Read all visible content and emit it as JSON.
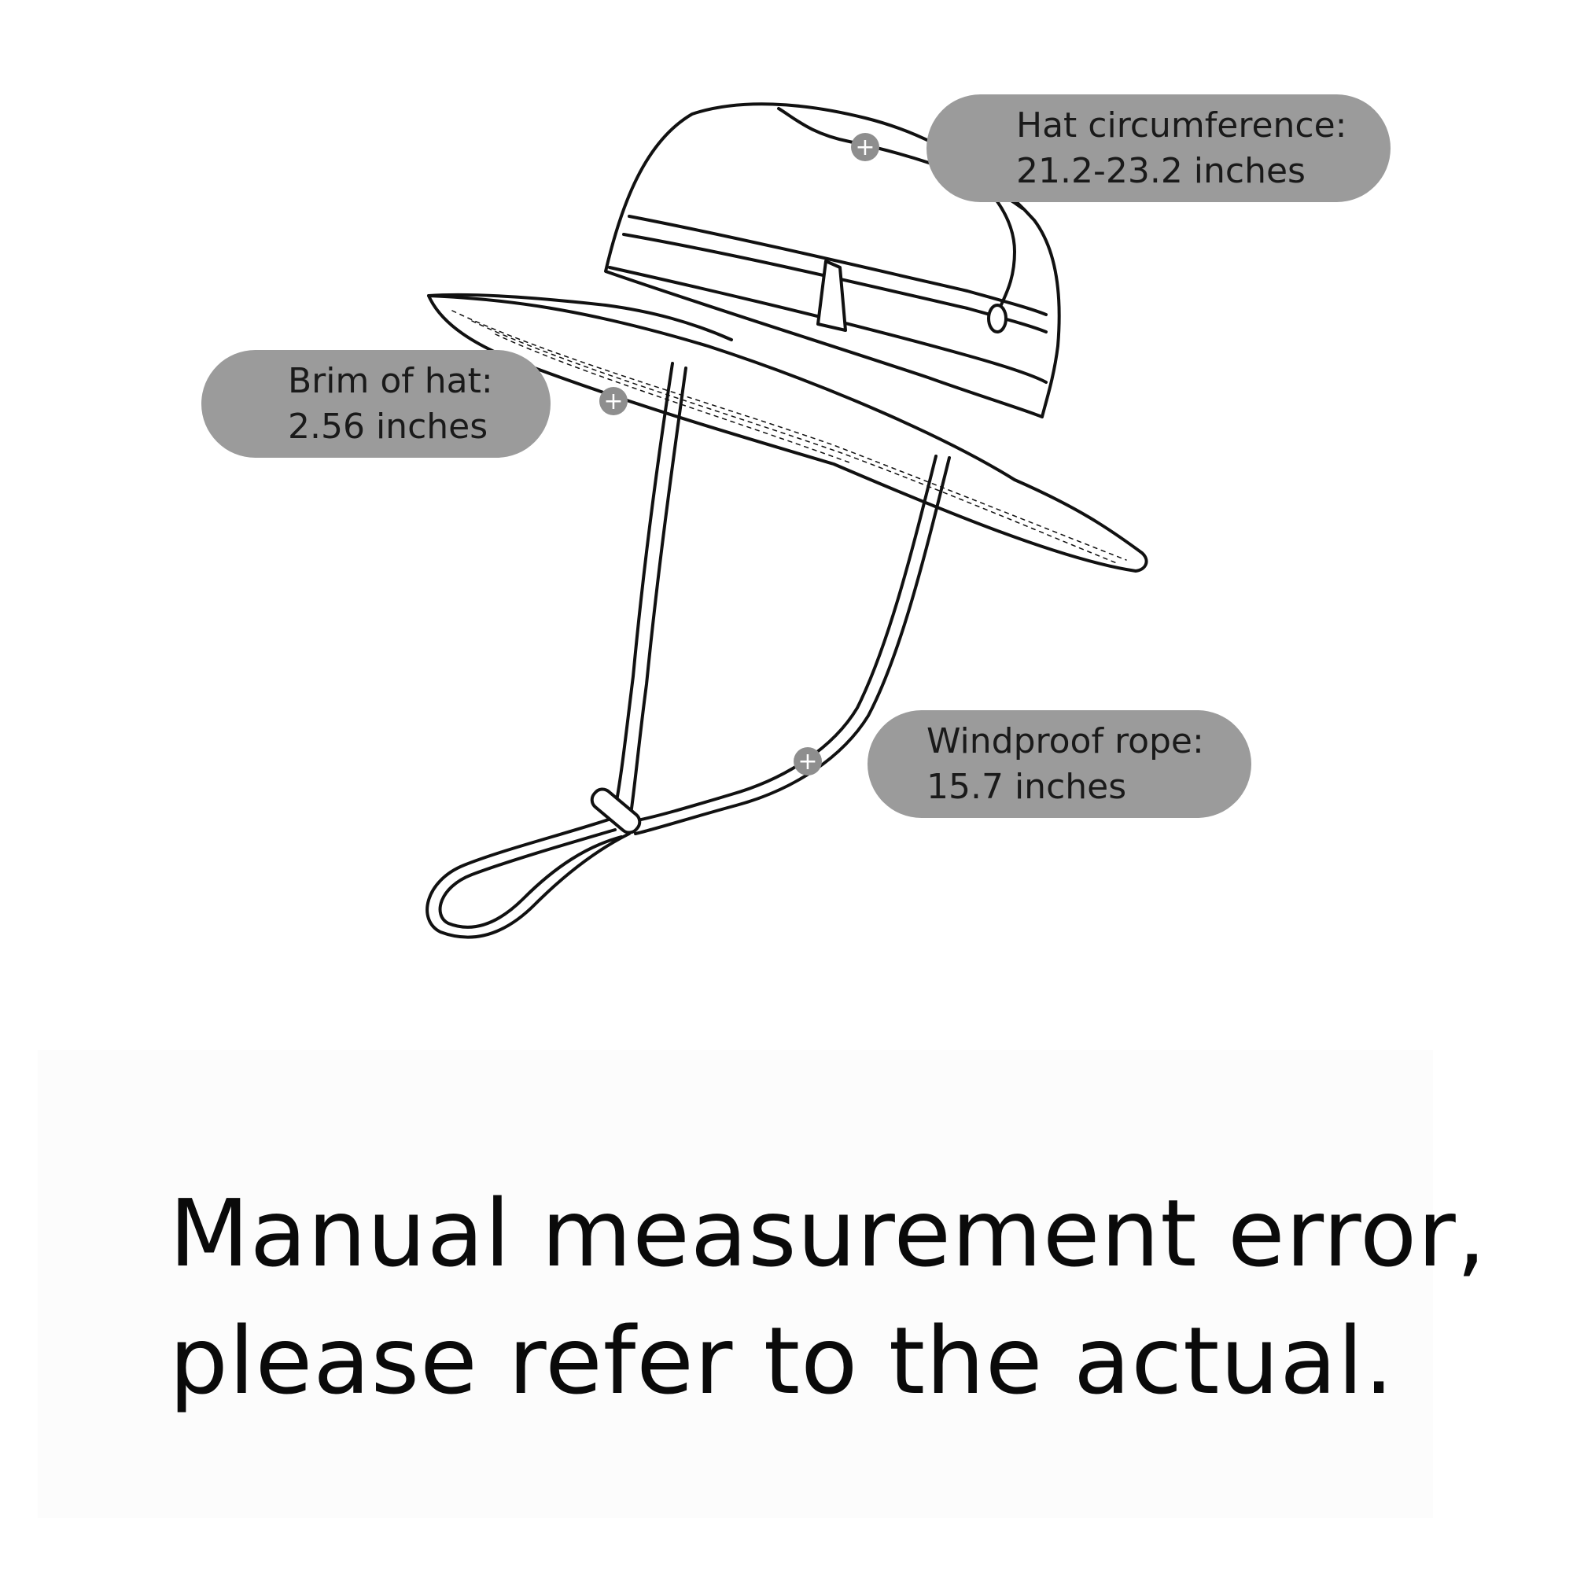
{
  "callouts": {
    "circumference": {
      "line1": "Hat circumference:",
      "line2": "21.2-23.2 inches"
    },
    "brim": {
      "line1": "Brim of hat:",
      "line2": "2.56 inches"
    },
    "rope": {
      "line1": "Windproof rope:",
      "line2": "15.7 inches"
    }
  },
  "note": {
    "line1": "Manual measurement error,",
    "line2": "please refer to the actual."
  },
  "colors": {
    "callout_bg": "#9b9b9b",
    "outline": "#111111",
    "marker": "#8e8e8e"
  }
}
